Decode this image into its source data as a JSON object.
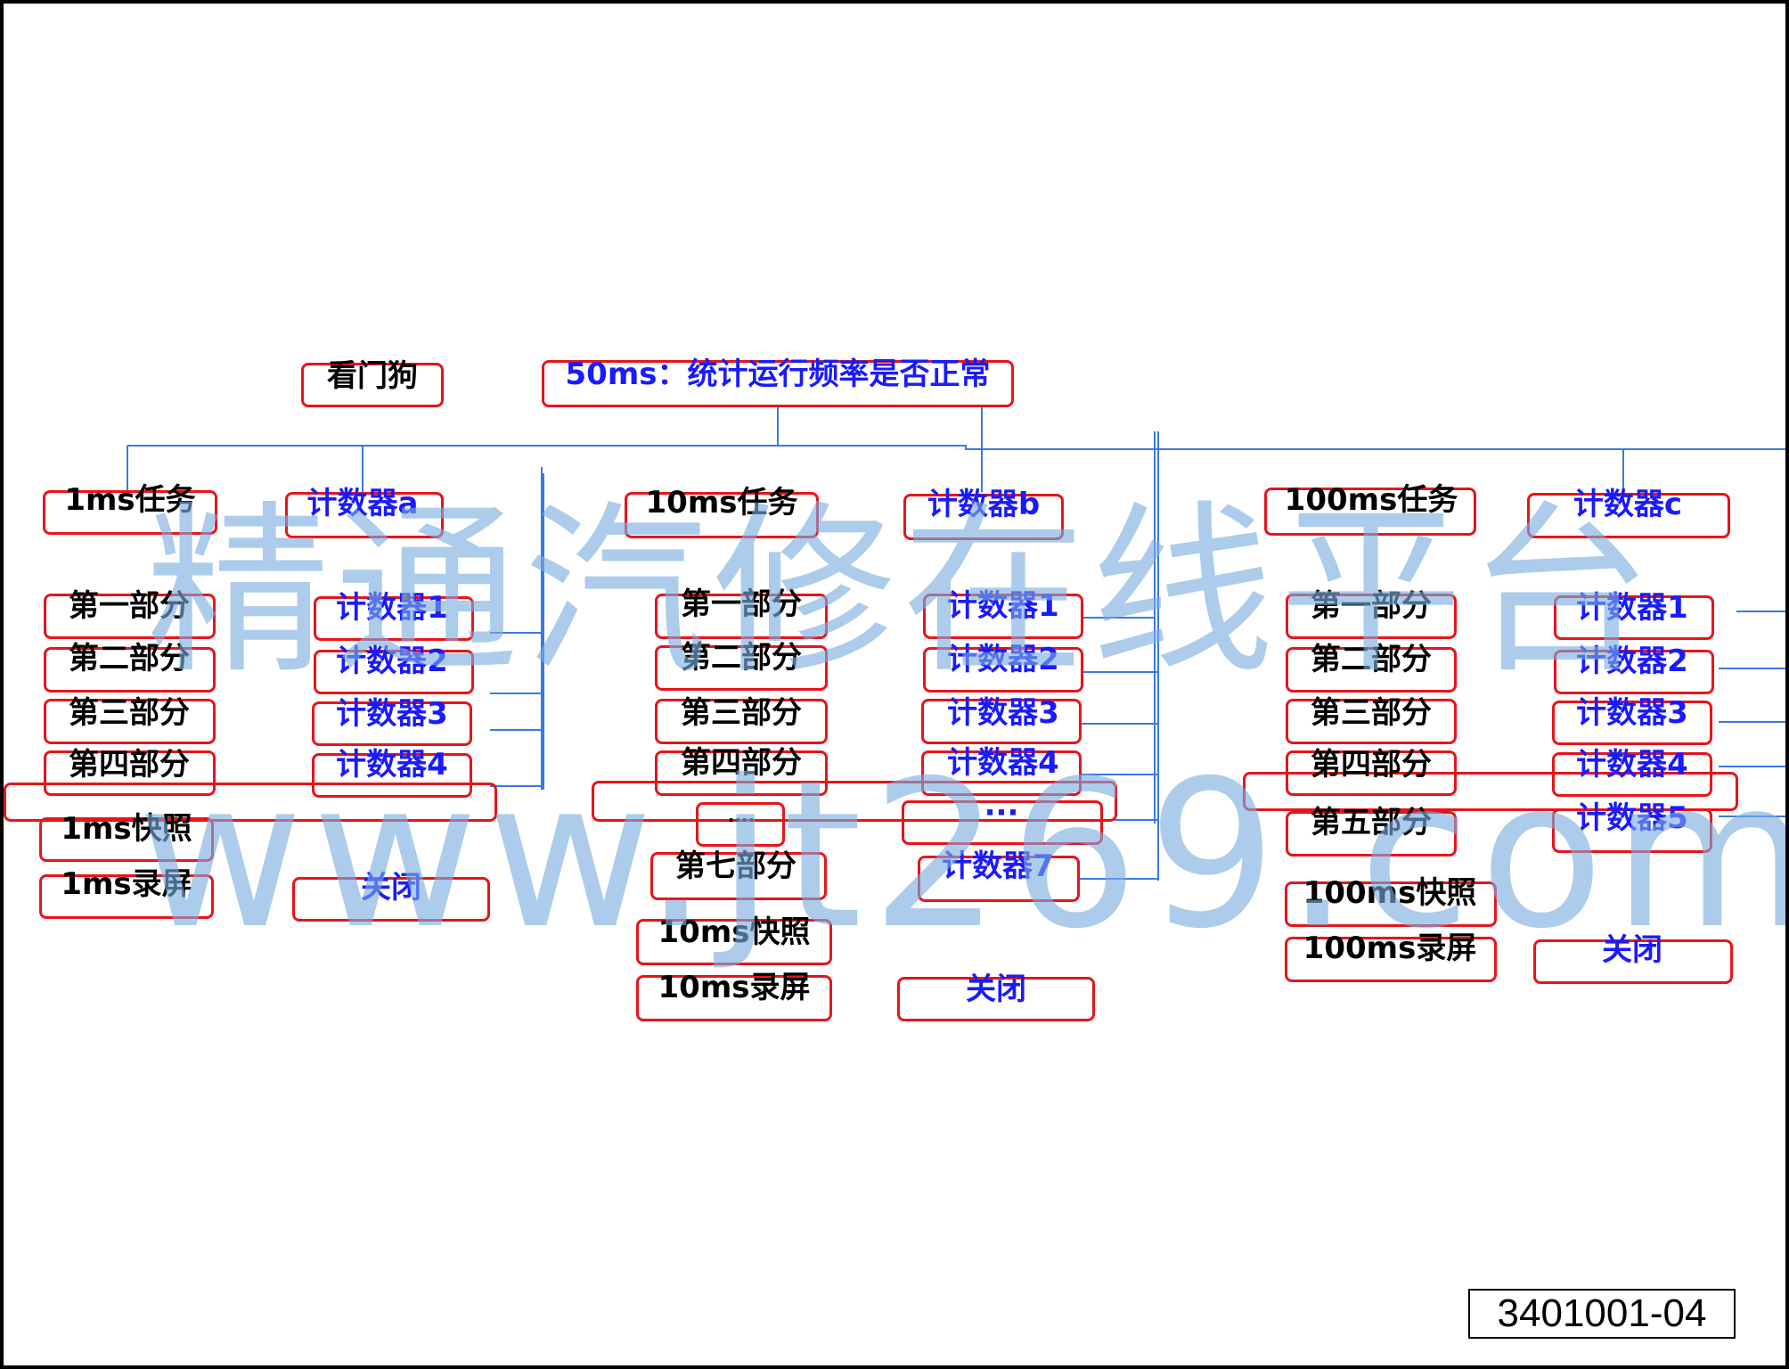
{
  "watchdog": {
    "label": "看门狗"
  },
  "monitor_50ms": {
    "label": "50ms：统计运行频率是否正常"
  },
  "col_1ms": {
    "task": "1ms任务",
    "counter": "计数器a",
    "parts": [
      "第一部分",
      "第二部分",
      "第三部分",
      "第四部分"
    ],
    "counters": [
      "计数器1",
      "计数器2",
      "计数器3",
      "计数器4"
    ],
    "snapshot": "1ms快照",
    "record": "1ms录屏",
    "close": "关闭"
  },
  "col_10ms": {
    "task": "10ms任务",
    "counter": "计数器b",
    "parts": [
      "第一部分",
      "第二部分",
      "第三部分",
      "第四部分"
    ],
    "counters": [
      "计数器1",
      "计数器2",
      "计数器3",
      "计数器4"
    ],
    "ellipsis_left": "····",
    "ellipsis_right": "···",
    "part7": "第七部分",
    "counter7": "计数器7",
    "snapshot": "10ms快照",
    "record": "10ms录屏",
    "close": "关闭"
  },
  "col_100ms": {
    "task": "100ms任务",
    "counter": "计数器c",
    "parts": [
      "第一部分",
      "第二部分",
      "第三部分",
      "第四部分",
      "第五部分"
    ],
    "counters": [
      "计数器1",
      "计数器2",
      "计数器3",
      "计数器4",
      "计数器5"
    ],
    "snapshot": "100ms快照",
    "record": "100ms录屏",
    "close": "关闭"
  },
  "watermark": {
    "line1": "精通汽修在线平台",
    "line2": "www.jt269.com"
  },
  "figure_id": "3401001-04",
  "colors": {
    "box_border": "#e8141b",
    "connector": "#3b78e7",
    "label_black": "#000000",
    "label_blue": "#1a1aff",
    "watermark": "#7aacde"
  }
}
